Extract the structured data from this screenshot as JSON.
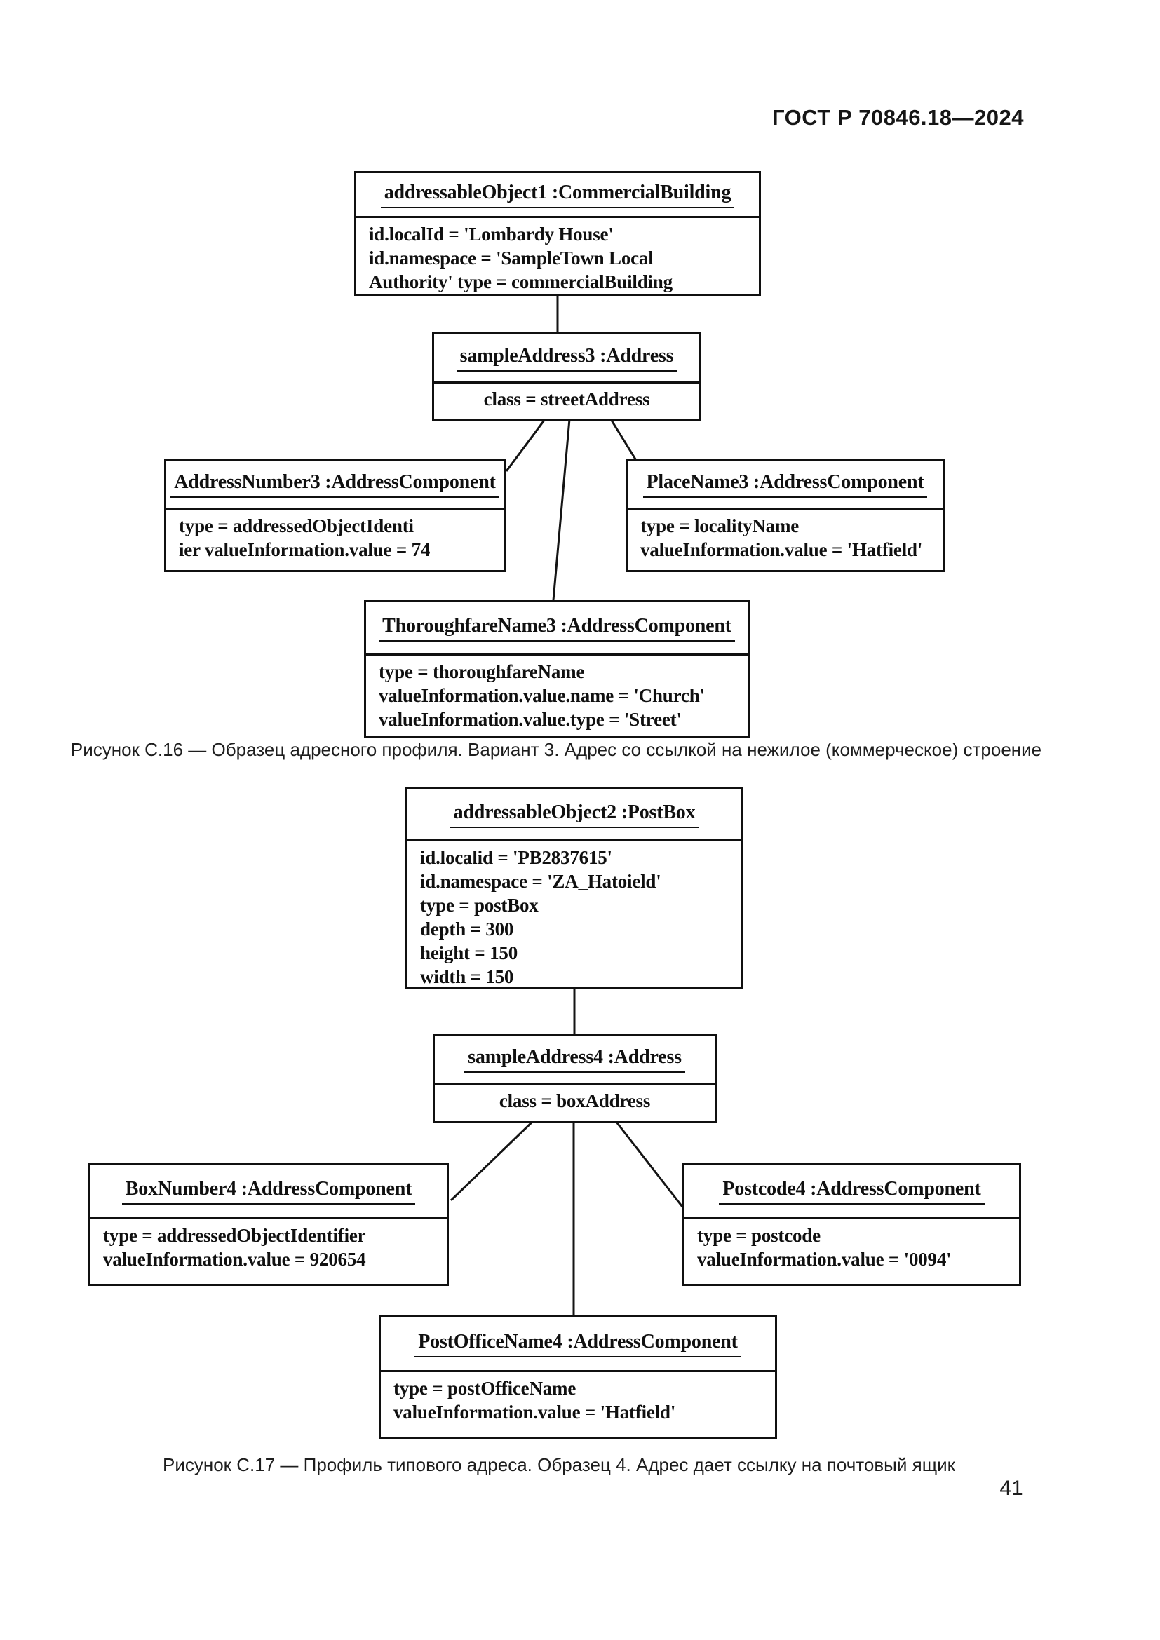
{
  "page": {
    "header": "ГОСТ Р 70846.18—2024",
    "page_number": "41"
  },
  "colors": {
    "ink": "#101010",
    "background": "#ffffff"
  },
  "figure_c16": {
    "caption": "Рисунок С.16 — Образец адресного профиля. Вариант 3. Адрес со ссылкой на нежилое (коммерческое) строение",
    "boxes": [
      {
        "title": "addressableObject1 :CommercialBuilding",
        "lines": [
          "id.localId = 'Lombardy House'",
          "id.namespace = 'SampleTown Local",
          "Authority' type = commercialBuilding"
        ]
      },
      {
        "title": "sampleAddress3 :Address",
        "lines": [
          "class = streetAddress"
        ]
      },
      {
        "title": "AddressNumber3 :AddressComponent",
        "lines": [
          "type = addressedObjectIdenti",
          "ier valueInformation.value = 74"
        ]
      },
      {
        "title": "PlaceName3 :AddressComponent",
        "lines": [
          "type = localityName",
          "valueInformation.value = 'Hatfield'"
        ]
      },
      {
        "title": "ThoroughfareName3 :AddressComponent",
        "lines": [
          "type = thoroughfareName",
          "valueInformation.value.name = 'Church'",
          "valueInformation.value.type = 'Street'"
        ]
      }
    ]
  },
  "figure_c17": {
    "caption": "Рисунок С.17 — Профиль типового адреса. Образец 4. Адрес дает ссылку на почтовый ящик",
    "boxes": [
      {
        "title": "addressableObject2 :PostBox",
        "lines": [
          "id.localid = 'PB2837615'",
          "id.namespace = 'ZA_Hatoield'",
          "type = postBox",
          "depth = 300",
          "height = 150",
          "width = 150"
        ]
      },
      {
        "title": "sampleAddress4 :Address",
        "lines": [
          "class = boxAddress"
        ]
      },
      {
        "title": "BoxNumber4 :AddressComponent",
        "lines": [
          "type = addressedObjectIdentifier",
          "valueInformation.value = 920654"
        ]
      },
      {
        "title": "Postcode4 :AddressComponent",
        "lines": [
          "type = postcode",
          "valueInformation.value = '0094'"
        ]
      },
      {
        "title": "PostOfficeName4 :AddressComponent",
        "lines": [
          "type = postOfficeName",
          "valueInformation.value = 'Hatfield'"
        ]
      }
    ]
  }
}
